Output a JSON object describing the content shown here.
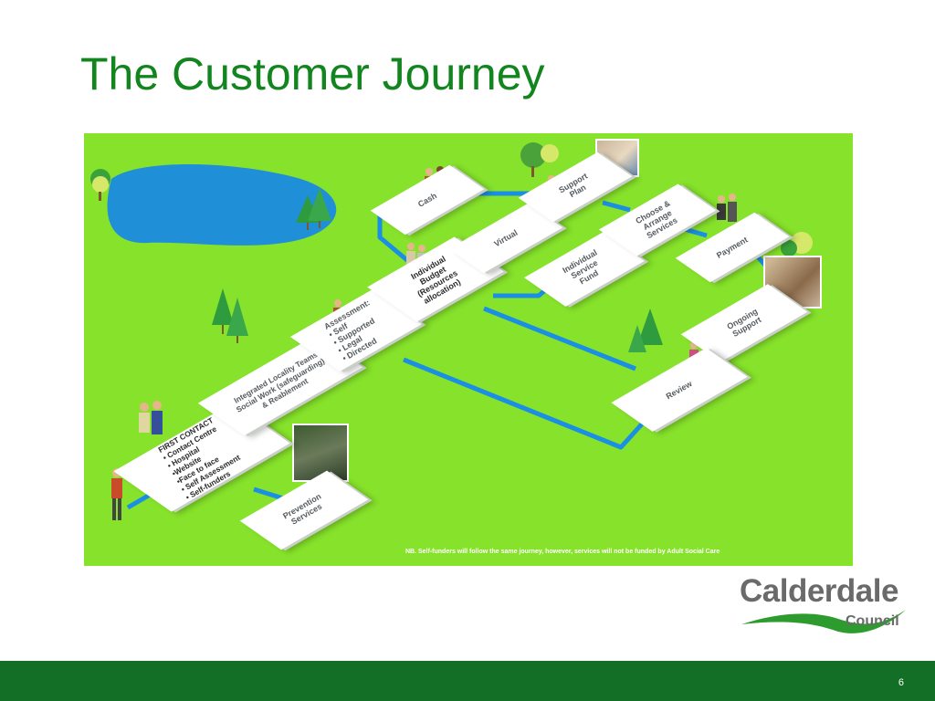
{
  "slide": {
    "title": "The Customer Journey",
    "page_number": "6"
  },
  "diagram": {
    "steps": {
      "first_contact": "FIRST CONTACT\n• Contact Centre\n• Hospital\n•Website\n•Face to face\n• Self Assessment\n• Self-funders",
      "integrated": "Integrated Locality Teams\nSocial Work (safeguarding)\n& Reablement",
      "assessment": "Assessment:\n• Self\n• Supported\n• Legal\n• Directed",
      "individual_budget": "Individual\nBudget\n(Resources\nallocation)",
      "cash": "Cash",
      "virtual": "Virtual",
      "individual_service_fund": "Individual\nService\nFund",
      "support_plan": "Support\nPlan",
      "choose_arrange": "Choose &\nArrange\nServices",
      "payment": "Payment",
      "ongoing_support": "Ongoing\nSupport",
      "review": "Review",
      "prevention": "Prevention\nServices"
    },
    "note": "NB. Self-funders will follow the same journey, however, services will  not be funded by Adult Social Care",
    "colors": {
      "grass": "#86e22a",
      "water": "#1f8fd8",
      "arrow": "#1a8fe3",
      "title": "#12851f",
      "footer": "#126f25"
    }
  },
  "logo": {
    "main": "Calderdale",
    "sub": "Council"
  }
}
